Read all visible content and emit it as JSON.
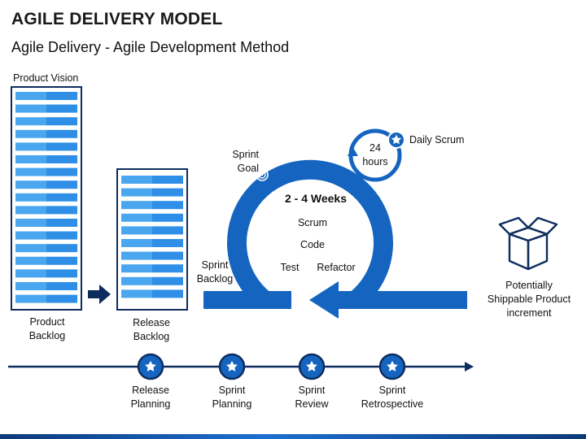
{
  "header": {
    "title": "AGILE DELIVERY MODEL",
    "subtitle": "Agile Delivery - Agile Development Method"
  },
  "labels": {
    "product_vision": "Product Vision",
    "product_backlog": [
      "Product",
      "Backlog"
    ],
    "release_backlog": [
      "Release",
      "Backlog"
    ],
    "sprint_goal": [
      "Sprint",
      "Goal"
    ],
    "sprint_backlog": [
      "Sprint",
      "Backlog"
    ],
    "hours": [
      "24",
      "hours"
    ],
    "daily_scrum": "Daily Scrum",
    "duration": "2 - 4 Weeks",
    "scrum": "Scrum",
    "code": "Code",
    "test": "Test",
    "refactor": "Refactor",
    "increment": [
      "Potentially",
      "Shippable Product",
      "increment"
    ]
  },
  "timeline": [
    {
      "lines": [
        "Release",
        "Planning"
      ]
    },
    {
      "lines": [
        "Sprint",
        "Planning"
      ]
    },
    {
      "lines": [
        "Sprint",
        "Review"
      ]
    },
    {
      "lines": [
        "Sprint",
        "Retrospective"
      ]
    }
  ],
  "colors": {
    "dark_navy": "#0d2d5e",
    "primary_blue": "#1565c0",
    "light_blue": "#2f8fe6",
    "stripe_blue": "#4aa6ee",
    "icon_blue": "#0b3a7a"
  },
  "icons": [
    "target-icon",
    "star-icon",
    "box-icon",
    "arrow-right-icon"
  ]
}
